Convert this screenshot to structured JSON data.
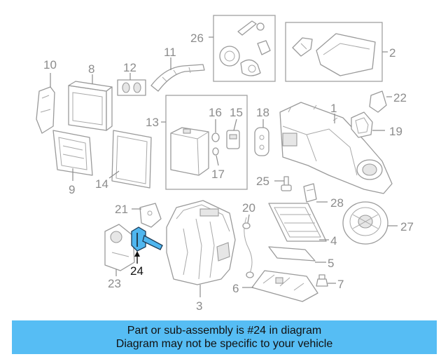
{
  "diagram": {
    "callouts": [
      "1",
      "2",
      "3",
      "4",
      "5",
      "6",
      "7",
      "8",
      "9",
      "10",
      "11",
      "12",
      "13",
      "14",
      "15",
      "16",
      "17",
      "18",
      "19",
      "20",
      "21",
      "22",
      "23",
      "24",
      "25",
      "26",
      "27",
      "28"
    ],
    "highlighted_part": "24"
  },
  "banner": {
    "line1": "Part or sub-assembly is #24 in diagram",
    "line2": "Diagram may not be specific to your vehicle",
    "background_color": "#56bdf4"
  },
  "colors": {
    "highlight_fill": "#4fb6ef",
    "line_art": "#9a9a9a",
    "callout_text": "#8c8c8c"
  }
}
